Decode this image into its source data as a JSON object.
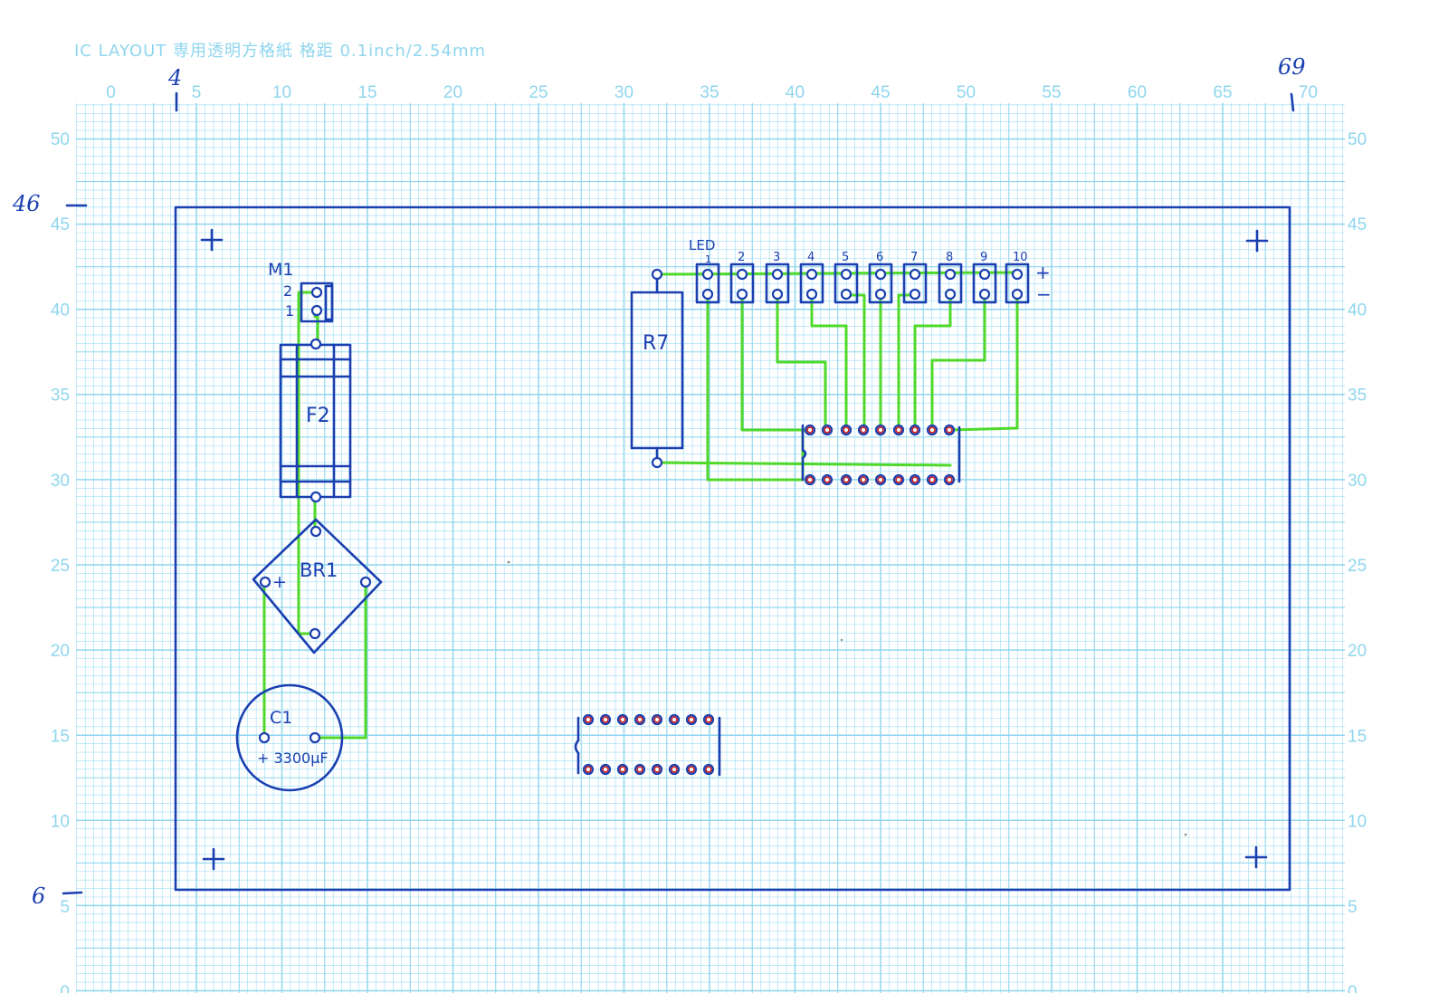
{
  "sheet": {
    "header": "IC  LAYOUT 専用透明方格紙  格距 0.1inch/2.54mm",
    "grid_color": "#9ddcf3",
    "grid_major_color": "#8fd6ee",
    "ink_color": "#1a3fb0",
    "wire_color": "#4fd92a",
    "x_ticks": [
      "0",
      "5",
      "10",
      "15",
      "20",
      "25",
      "30",
      "35",
      "40",
      "45",
      "50",
      "55",
      "60",
      "65",
      "70"
    ],
    "y_ticks": [
      "50",
      "45",
      "40",
      "35",
      "30",
      "25",
      "20",
      "15",
      "10",
      "5",
      "0"
    ]
  },
  "board": {
    "extent_left": "4",
    "extent_right": "69",
    "extent_top": "46",
    "extent_bottom": "6"
  },
  "components": {
    "m1_label": "M1",
    "m1_pin2": "2",
    "m1_pin1": "1",
    "fuse_label": "F2",
    "bridge_label": "BR1",
    "bridge_plus": "+",
    "cap_label": "C1",
    "cap_value": "+ 3300μF",
    "resistor_label": "R7",
    "led_header": "LED",
    "led_numbers": [
      "1",
      "2",
      "3",
      "4",
      "5",
      "6",
      "7",
      "8",
      "9",
      "10"
    ],
    "rail_plus": "+",
    "rail_minus": "−"
  }
}
